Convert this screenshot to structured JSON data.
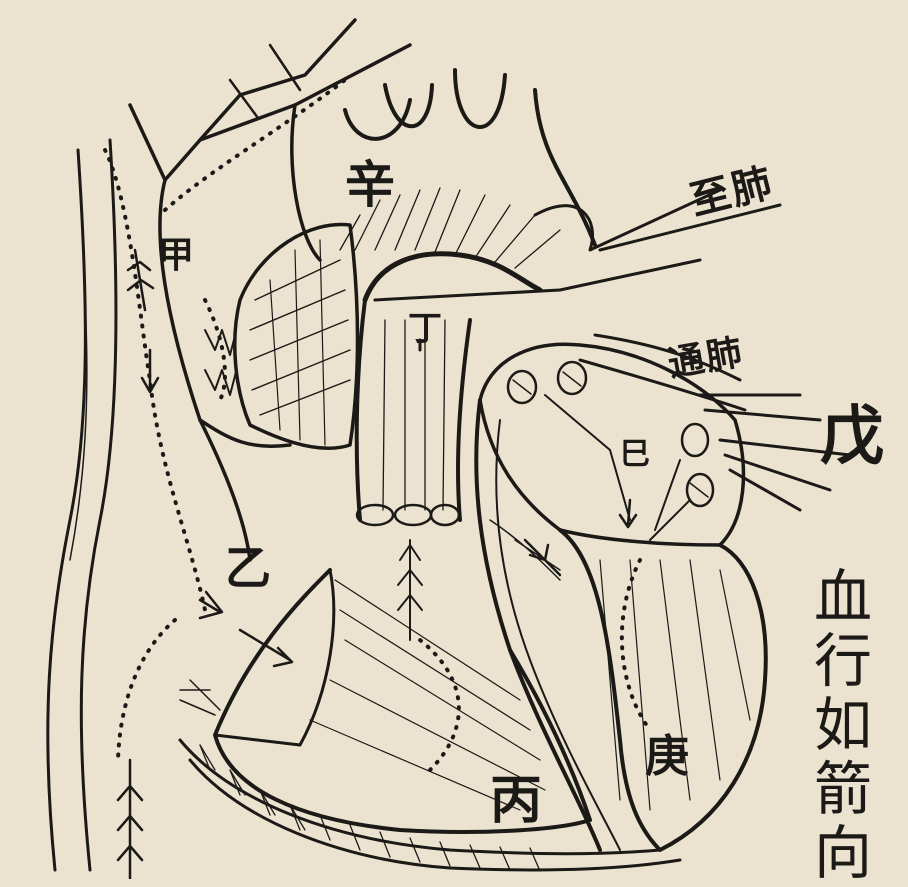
{
  "diagram": {
    "labels": {
      "jia": "甲",
      "yi": "乙",
      "bing": "丙",
      "ding": "丁",
      "geng": "庚",
      "xin": "辛",
      "ji": "巳",
      "wu": "戊"
    },
    "vessel_labels": {
      "upper_right": "至肺",
      "middle_right": "通肺"
    },
    "caption": [
      "血",
      "行",
      "如",
      "箭",
      "向"
    ]
  },
  "colors": {
    "paper": "#ece2d0",
    "ink": "#1c1a17"
  }
}
